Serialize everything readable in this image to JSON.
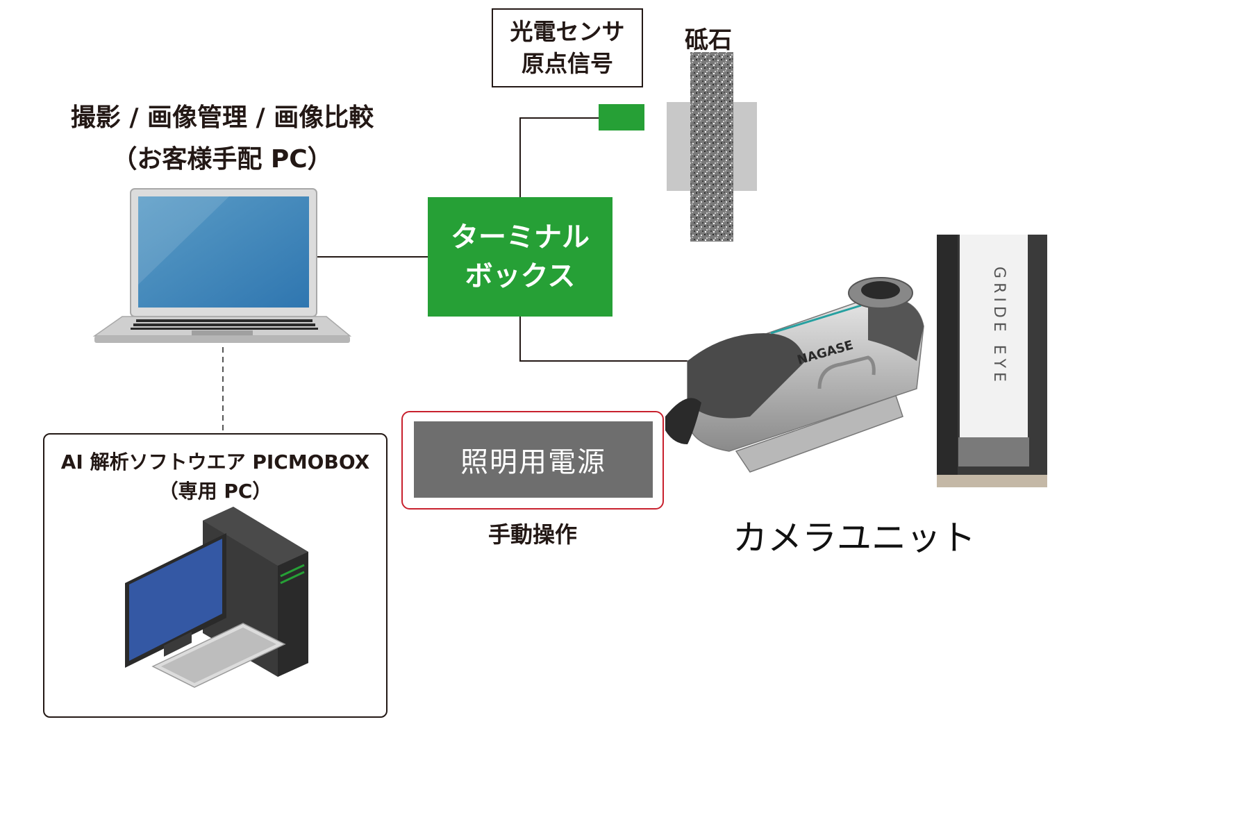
{
  "pc": {
    "title_line1": "撮影 / 画像管理 / 画像比較",
    "title_line2": "（お客様手配 PC）"
  },
  "sensor": {
    "line1": "光電センサ",
    "line2": "原点信号",
    "color": "#26a036"
  },
  "whetstone": {
    "label": "砥石"
  },
  "terminal_box": {
    "line1": "ターミナル",
    "line2": "ボックス",
    "color": "#26a036"
  },
  "power": {
    "label": "照明用電源",
    "caption": "手動操作",
    "frame_color": "#c8202d",
    "fill_color": "#6e6e6e"
  },
  "camera": {
    "label": "カメラユニット",
    "brand": "NAGASE",
    "side_text": "GRIDE EYE"
  },
  "ai": {
    "title_line1": "AI 解析ソフトウエア PICMOBOX",
    "title_line2": "（専用 PC）"
  }
}
